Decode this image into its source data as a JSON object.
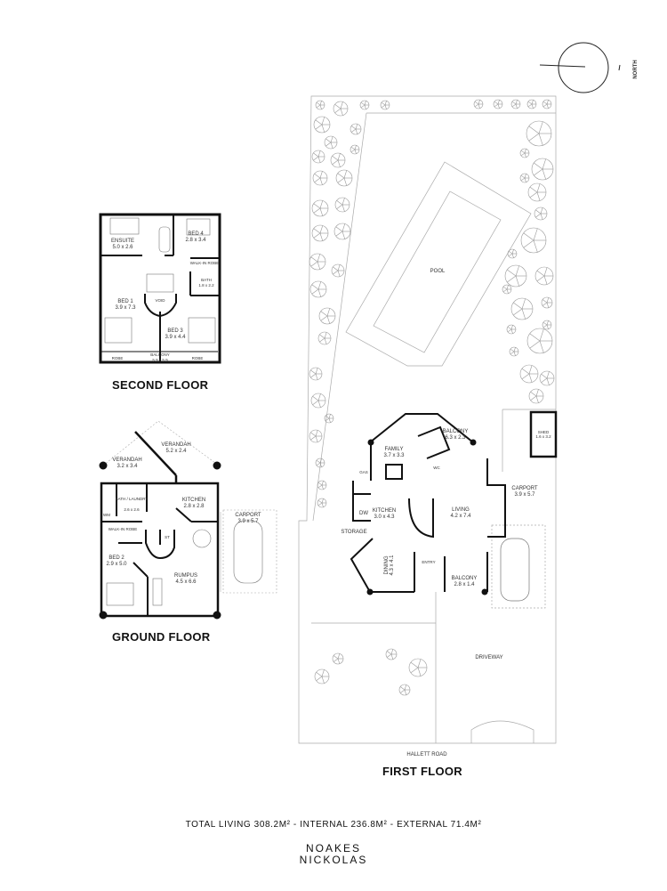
{
  "compass": {
    "label": "NORTH"
  },
  "second_floor": {
    "title": "SECOND FLOOR",
    "rooms": [
      {
        "name": "ENSUITE",
        "size": "5.0 x 2.6"
      },
      {
        "name": "BED 4",
        "size": "2.8 x 3.4"
      },
      {
        "name": "WALK-IN ROBE",
        "size": ""
      },
      {
        "name": "BATH",
        "size": "1.8 x 2.2"
      },
      {
        "name": "BED 1",
        "size": "3.9 x 7.3"
      },
      {
        "name": "VOID",
        "size": ""
      },
      {
        "name": "BED 3",
        "size": "3.9 x 4.4"
      },
      {
        "name": "BALCONY",
        "size": "5.9 x 5.9"
      },
      {
        "name": "ROBE",
        "size": ""
      },
      {
        "name": "ROBE",
        "size": ""
      }
    ]
  },
  "ground_floor": {
    "title": "GROUND FLOOR",
    "rooms": [
      {
        "name": "VERANDAH",
        "size": "5.2 x 2.4"
      },
      {
        "name": "VERANDAH",
        "size": "3.2 x 3.4"
      },
      {
        "name": "BATH / LAUNDRY",
        "size": "2.6 x 2.6"
      },
      {
        "name": "KITCHEN",
        "size": "2.8 x 2.8"
      },
      {
        "name": "WALK-IN ROBE",
        "size": ""
      },
      {
        "name": "ST",
        "size": ""
      },
      {
        "name": "BED 2",
        "size": "2.9 x 5.0"
      },
      {
        "name": "RUMPUS",
        "size": "4.5 x 6.6"
      },
      {
        "name": "CARPORT",
        "size": "3.9 x 5.7"
      },
      {
        "name": "WM",
        "size": ""
      }
    ]
  },
  "first_floor": {
    "title": "FIRST FLOOR",
    "street": "HALLETT ROAD",
    "rooms": [
      {
        "name": "POOL",
        "size": ""
      },
      {
        "name": "BALCONY",
        "size": "6.3 x 2.3"
      },
      {
        "name": "FAMILY",
        "size": "3.7 x 3.3"
      },
      {
        "name": "SHED",
        "size": "1.6 x 3.2"
      },
      {
        "name": "GAS",
        "size": ""
      },
      {
        "name": "WC",
        "size": ""
      },
      {
        "name": "KITCHEN",
        "size": "3.0 x 4.3"
      },
      {
        "name": "DW",
        "size": ""
      },
      {
        "name": "LIVING",
        "size": "4.2 x 7.4"
      },
      {
        "name": "CARPORT",
        "size": "3.9 x 5.7"
      },
      {
        "name": "STORAGE",
        "size": ""
      },
      {
        "name": "DINING",
        "size": "4.3 x 4.1"
      },
      {
        "name": "ENTRY",
        "size": ""
      },
      {
        "name": "BALCONY",
        "size": "2.8 x 1.4"
      },
      {
        "name": "DRIVEWAY",
        "size": ""
      }
    ]
  },
  "summary": "TOTAL LIVING 308.2M² - INTERNAL 236.8M² - EXTERNAL 71.4M²",
  "agency": {
    "line1": "NOAKES",
    "line2": "NICKOLAS"
  },
  "colors": {
    "wall": "#111111",
    "line": "#999999",
    "text": "#333333"
  }
}
